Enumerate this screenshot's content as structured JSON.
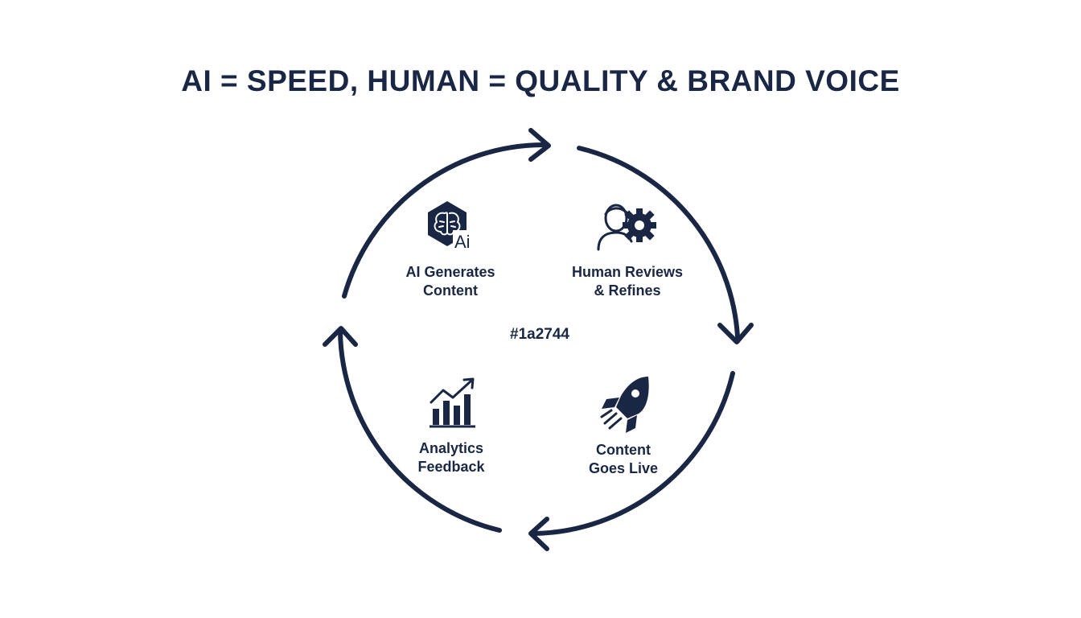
{
  "title": "AI = SPEED, HUMAN = QUALITY & BRAND VOICE",
  "center_label": "#1a2744",
  "accent_color": "#1a2744",
  "steps": [
    {
      "icon": "ai-brain-icon",
      "line1": "AI Generates",
      "line2": "Content",
      "icon_text": "Ai"
    },
    {
      "icon": "person-gear-icon",
      "line1": "Human Reviews",
      "line2": "& Refines"
    },
    {
      "icon": "rocket-icon",
      "line1": "Content",
      "line2": "Goes Live"
    },
    {
      "icon": "bar-chart-growth-icon",
      "line1": "Analytics",
      "line2": "Feedback"
    }
  ]
}
